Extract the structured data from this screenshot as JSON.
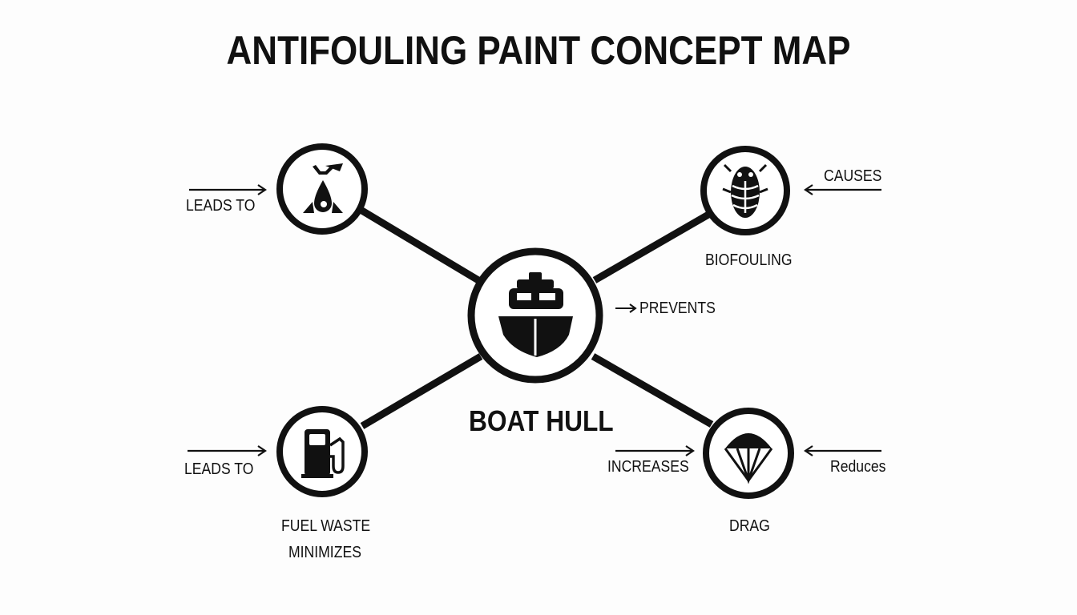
{
  "title": "ANTIFOULING PAINT CONCEPT MAP",
  "hub": {
    "label": "BOAT HULL",
    "icon": "ship-icon"
  },
  "nodes": {
    "top_left": {
      "icon": "oil-drop-icon",
      "label": "",
      "relation": "LEADS TO"
    },
    "top_right": {
      "icon": "barnacle-icon",
      "label": "BIOFOULING",
      "relation": "CAUSES"
    },
    "bottom_left": {
      "icon": "fuel-pump-icon",
      "label": "FUEL WASTE",
      "label2": "MINIMIZES",
      "relation": "LEADS TO"
    },
    "bottom_right": {
      "icon": "parachute-icon",
      "label": "DRAG",
      "relation_left": "INCREASES",
      "relation_right": "Reduces"
    }
  },
  "hub_relation": "PREVENTS",
  "colors": {
    "ink": "#111111",
    "background": "#fdfdfd"
  }
}
